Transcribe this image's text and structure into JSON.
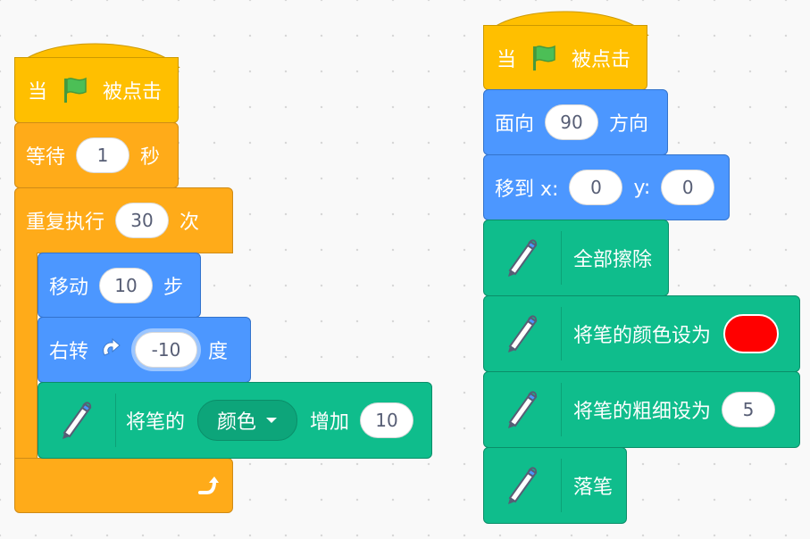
{
  "left_script": {
    "when_flag_clicked": {
      "prefix": "当",
      "suffix": "被点击"
    },
    "wait": {
      "label": "等待",
      "value": "1",
      "unit": "秒"
    },
    "repeat": {
      "label": "重复执行",
      "value": "30",
      "unit": "次"
    },
    "move": {
      "label": "移动",
      "value": "10",
      "unit": "步"
    },
    "turn_right": {
      "label": "右转",
      "value": "-10",
      "unit": "度"
    },
    "change_pen": {
      "label": "将笔的",
      "dropdown": "颜色",
      "action": "增加",
      "value": "10"
    }
  },
  "right_script": {
    "when_flag_clicked": {
      "prefix": "当",
      "suffix": "被点击"
    },
    "point_direction": {
      "label": "面向",
      "value": "90",
      "unit": "方向"
    },
    "goto_xy": {
      "label": "移到 x:",
      "x": "0",
      "ylabel": "y:",
      "y": "0"
    },
    "pen_clear": {
      "label": "全部擦除"
    },
    "set_pen_color": {
      "label": "将笔的颜色设为",
      "color": "#ff0000"
    },
    "set_pen_size": {
      "label": "将笔的粗细设为",
      "value": "5"
    },
    "pen_down": {
      "label": "落笔"
    }
  },
  "colors": {
    "events": "#ffbf00",
    "control": "#ffab19",
    "motion": "#4c97ff",
    "pen": "#0fbd8c",
    "flag_green": "#4cbf56"
  }
}
